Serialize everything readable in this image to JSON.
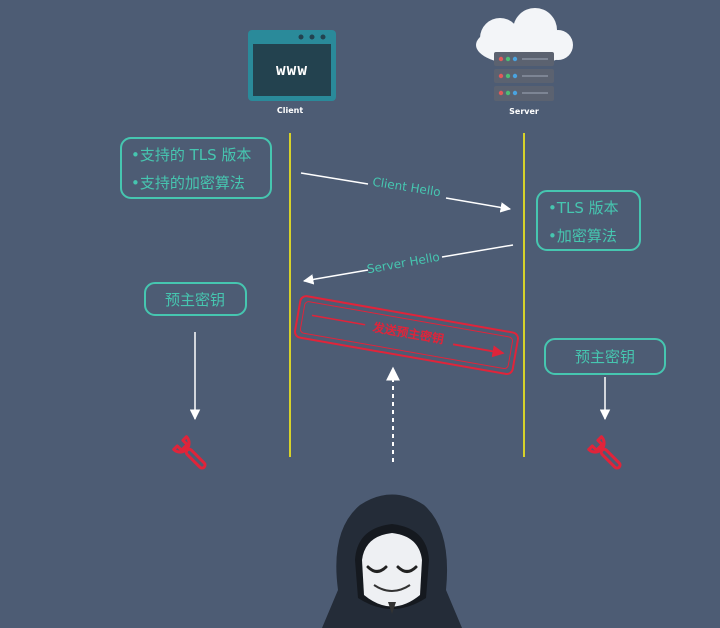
{
  "client": {
    "label": "Client",
    "browser_text": "www",
    "supports": [
      "•支持的 TLS 版本",
      "•支持的加密算法"
    ]
  },
  "server": {
    "label": "Server",
    "chosen": [
      "•TLS 版本",
      "•加密算法"
    ]
  },
  "messages": {
    "client_hello": "Client Hello",
    "server_hello": "Server Hello",
    "send_premaster": "发送预主密钥"
  },
  "premaster_left": "预主密钥",
  "premaster_right": "预主密钥",
  "icons": {
    "browser": "browser-window-icon",
    "server": "cloud-server-icon",
    "key_left": "wrench-key-icon",
    "key_right": "wrench-key-icon",
    "attacker": "hooded-hacker-icon"
  },
  "colors": {
    "background": "#4d5c74",
    "accent": "#46c6b0",
    "lifeline": "#d7d22a",
    "danger": "#e0243a",
    "browser": "#2a8a9a"
  }
}
